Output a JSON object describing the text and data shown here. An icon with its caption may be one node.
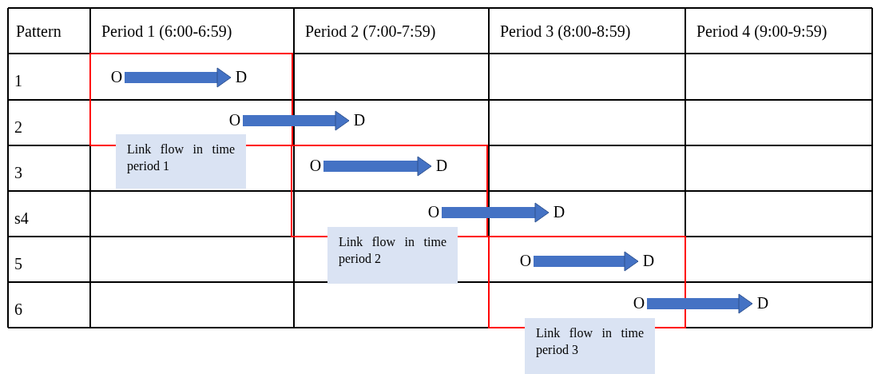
{
  "diagram": {
    "nodes": [
      {
        "text": [
          "O"
        ]
      },
      {
        "text": [
          "D"
        ]
      },
      {
        "text": [
          "O"
        ]
      },
      {
        "text": [
          "D"
        ]
      },
      {
        "text": [
          "O"
        ]
      },
      {
        "text": [
          "D"
        ]
      },
      {
        "text": [
          "O"
        ]
      },
      {
        "text": [
          "D"
        ]
      },
      {
        "text": [
          "O"
        ]
      },
      {
        "text": [
          "D"
        ]
      },
      {
        "text": [
          "O"
        ]
      },
      {
        "text": [
          "D"
        ]
      },
      {
        "text": [
          "Link flow in time period 1"
        ]
      },
      {
        "text": [
          "Link flow in time period 2"
        ]
      },
      {
        "text": [
          "Link flow in time period 3"
        ]
      }
    ],
    "edges": [
      {
        "from": 0,
        "to": 1,
        "arrow": "to"
      },
      {
        "from": 2,
        "to": 3,
        "arrow": "to"
      },
      {
        "from": 4,
        "to": 5,
        "arrow": "to"
      },
      {
        "from": 6,
        "to": 7,
        "arrow": "to"
      },
      {
        "from": 8,
        "to": 9,
        "arrow": "to"
      },
      {
        "from": 10,
        "to": 11,
        "arrow": "to"
      }
    ],
    "labels": [
      "Pattern",
      "Period 1 (6:00-6:59)",
      "Period 2 (7:00-7:59)",
      "Period 3 (8:00-8:59)",
      "Period 4 (9:00-9:59)",
      "1",
      "2",
      "3",
      "s4",
      "5",
      "6"
    ]
  }
}
